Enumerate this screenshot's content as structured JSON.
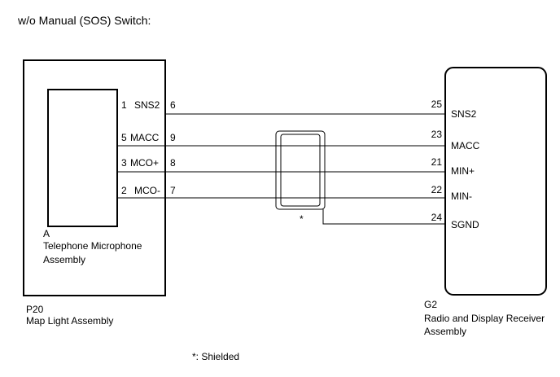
{
  "title": "w/o Manual (SOS) Switch:",
  "left_assembly": {
    "connector": "P20",
    "name": "Map Light Assembly",
    "inner_label": "A",
    "inner_name_line1": "Telephone Microphone",
    "inner_name_line2": "Assembly",
    "pins": [
      {
        "inner_pin": "1",
        "inner_name": "SNS2",
        "outer_pin": "6"
      },
      {
        "inner_pin": "5",
        "inner_name": "MACC",
        "outer_pin": "9"
      },
      {
        "inner_pin": "3",
        "inner_name": "MCO+",
        "outer_pin": "8"
      },
      {
        "inner_pin": "2",
        "inner_name": "MCO-",
        "outer_pin": "7"
      }
    ]
  },
  "right_assembly": {
    "connector": "G2",
    "name_line1": "Radio and Display Receiver",
    "name_line2": "Assembly",
    "pins": [
      {
        "pin": "25",
        "name": "SNS2"
      },
      {
        "pin": "23",
        "name": "MACC"
      },
      {
        "pin": "21",
        "name": "MIN+"
      },
      {
        "pin": "22",
        "name": "MIN-"
      },
      {
        "pin": "24",
        "name": "SGND"
      }
    ]
  },
  "shield_marker": "*",
  "footnote": "*: Shielded"
}
